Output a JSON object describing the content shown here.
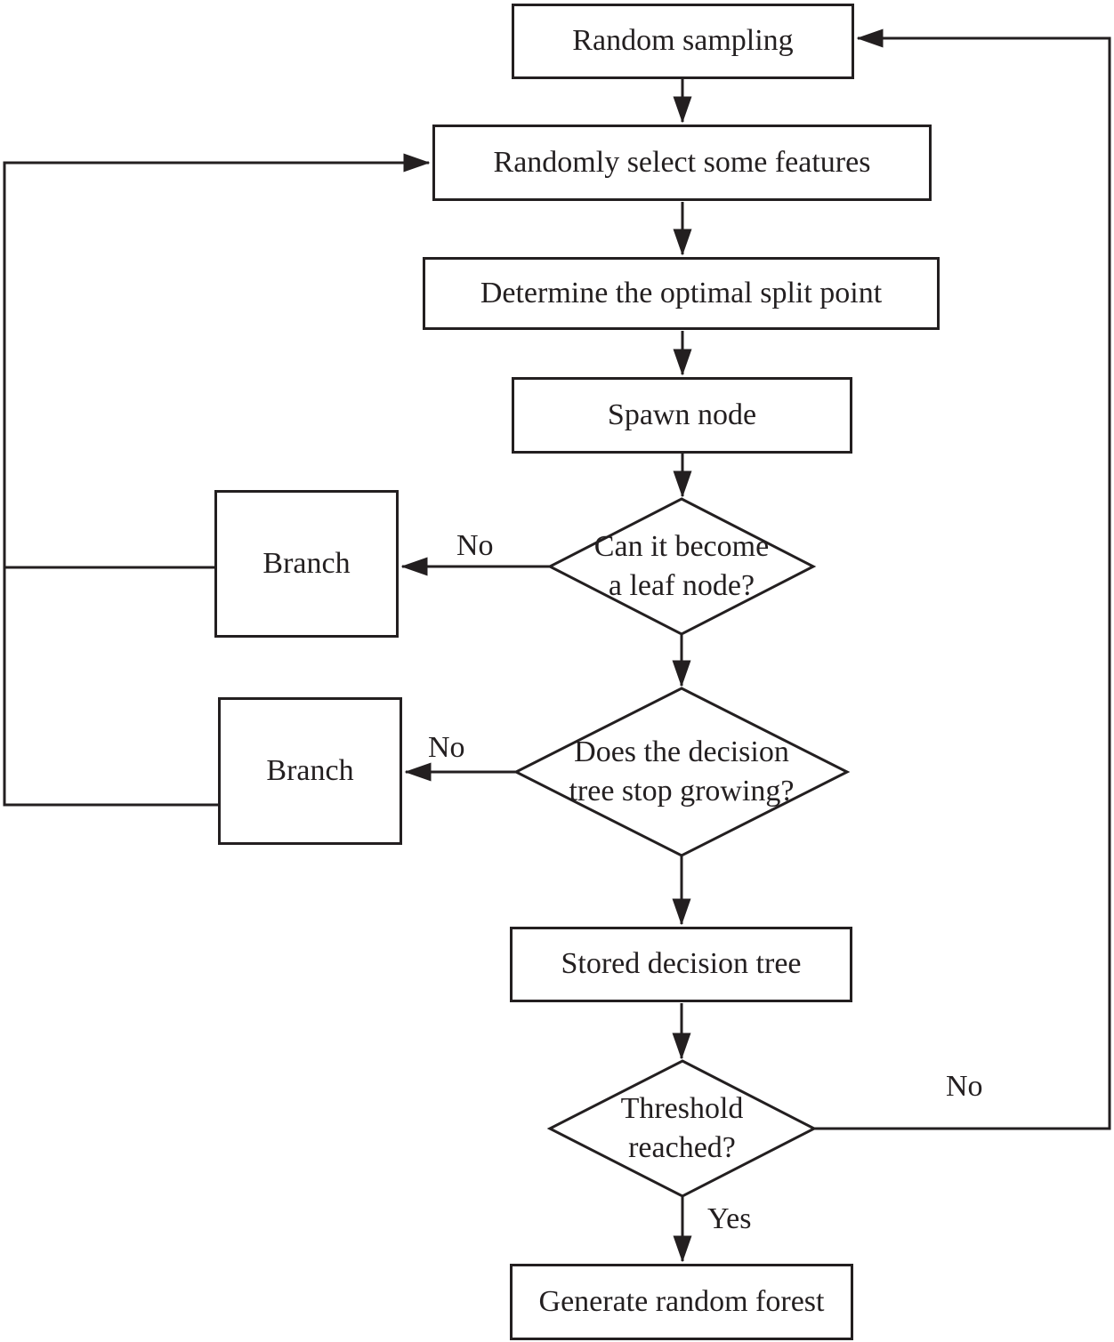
{
  "diagram": {
    "nodes": {
      "random_sampling": {
        "label": "Random sampling"
      },
      "select_features": {
        "label": "Randomly select some features"
      },
      "optimal_split": {
        "label": "Determine the optimal split point"
      },
      "spawn_node": {
        "label": "Spawn node"
      },
      "branch_upper": {
        "label": "Branch"
      },
      "branch_lower": {
        "label": "Branch"
      },
      "leaf_decision": {
        "line1": "Can it become",
        "line2": "a leaf node?"
      },
      "grow_decision": {
        "line1": "Does the decision",
        "line2": "tree stop growing?"
      },
      "stored_tree": {
        "label": "Stored decision tree"
      },
      "threshold_decision": {
        "line1": "Threshold",
        "line2": "reached?"
      },
      "generate_forest": {
        "label": "Generate random forest"
      }
    },
    "edge_labels": {
      "leaf_no": "No",
      "grow_no": "No",
      "threshold_no": "No",
      "threshold_yes": "Yes"
    },
    "colors": {
      "line": "#231f20",
      "background": "#ffffff"
    }
  }
}
